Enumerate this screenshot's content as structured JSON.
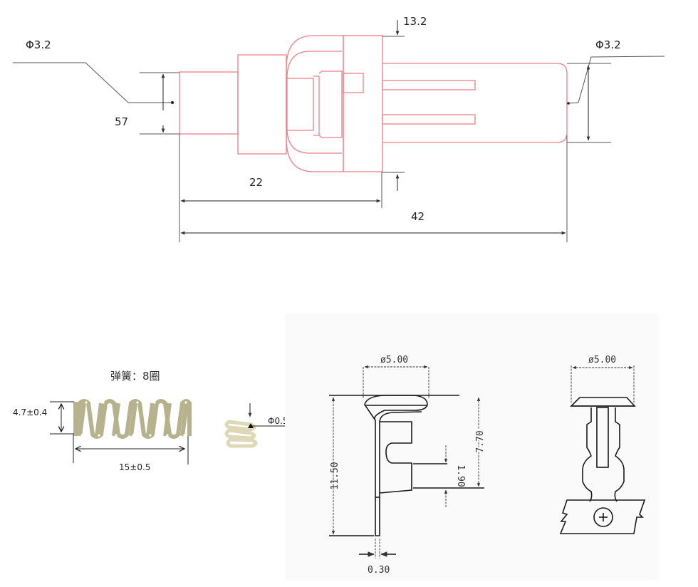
{
  "switch_drawing": {
    "left_dia_label": "Φ3.2",
    "left_height_label": "57",
    "top_offset_label": "13.2",
    "right_dia_label": "Φ3.2",
    "length_22_label": "22",
    "length_42_label": "42"
  },
  "spring": {
    "title": "弹簧：8圈",
    "coil_count": 8,
    "height_label": "4.7±0.4",
    "length_label": "15±0.5",
    "wire_dia_label": "Φ0.5",
    "color": "#b7b28e"
  },
  "contact_side_view": {
    "head_dia_label": "ø5.00",
    "total_height_label": "11.50",
    "head_to_tab_label": "7.70",
    "tab_gap_label": "1.90",
    "thickness_label": "0.30"
  },
  "contact_front_view": {
    "head_dia_label": "ø5.00"
  },
  "colors": {
    "switch_outline": "#ee7f86",
    "dimension_line": "#555555",
    "panel_bg": "#fafafa"
  }
}
